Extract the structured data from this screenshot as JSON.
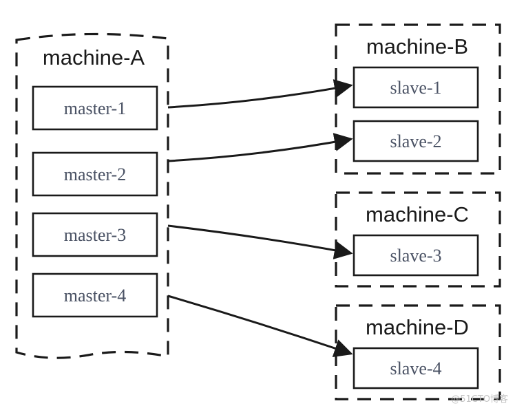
{
  "machines": [
    {
      "name": "machine-A",
      "nodes": [
        "master-1",
        "master-2",
        "master-3",
        "master-4"
      ]
    },
    {
      "name": "machine-B",
      "nodes": [
        "slave-1",
        "slave-2"
      ]
    },
    {
      "name": "machine-C",
      "nodes": [
        "slave-3"
      ]
    },
    {
      "name": "machine-D",
      "nodes": [
        "slave-4"
      ]
    }
  ],
  "replication_links": [
    {
      "from": "master-1",
      "to": "slave-1"
    },
    {
      "from": "master-2",
      "to": "slave-2"
    },
    {
      "from": "master-3",
      "to": "slave-3"
    },
    {
      "from": "master-4",
      "to": "slave-4"
    }
  ],
  "watermark": "@51CTO博客",
  "colors": {
    "stroke": "#1a1a1a",
    "title_text": "#1a1a1a",
    "node_text": "#4a5264",
    "watermark": "#c4c4c4"
  }
}
